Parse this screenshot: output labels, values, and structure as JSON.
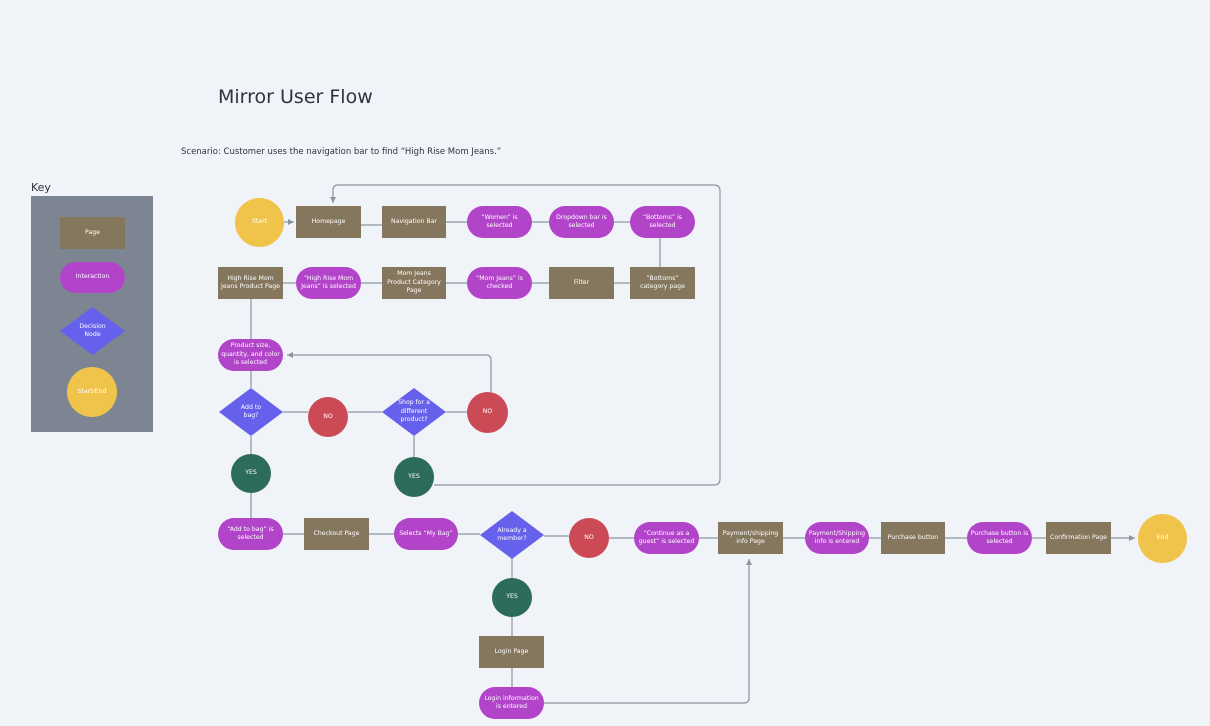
{
  "title": "Mirror User Flow",
  "scenario": "Scenario: Customer uses the navigation bar to find “High Rise Mom Jeans.”",
  "key": {
    "label": "Key",
    "page": "Page",
    "interaction": "Interaction",
    "decision": "Decision Node",
    "startend": "Start/End"
  },
  "nodes": {
    "start": "Start",
    "homepage": "Homepage",
    "navbar": "Navigation Bar",
    "women": "“Women” is selected",
    "dropdown": "Dropdown bar is selected",
    "bottoms": "“Bottoms” is selected",
    "bottoms_cat": "“Bottoms” category page",
    "filter": "Filter",
    "mom_checked": "“Mom Jeans” is checked",
    "mom_cat": "Mom Jeans Product Category Page",
    "hr_selected": "“High Rise Mom Jeans” is selected",
    "hr_page": "High Rise Mom Jeans Product Page",
    "size_selected": "Product size, quantity, and color is selected",
    "add_to_bag_q": "Add to bag?",
    "no1": "NO",
    "shop_diff": "Shop for a different product?",
    "no2": "NO",
    "yes1": "YES",
    "yes2": "YES",
    "add_selected": "“Add to bag” is selected",
    "checkout": "Checkout Page",
    "selects_bag": "Selects “My Bag”",
    "member": "Already a member?",
    "no3": "NO",
    "guest": "“Continue as a guest” is selected",
    "payment_page": "Payment/shipping info Page",
    "payment_entered": "Payment/Shipping info is entered",
    "purchase_btn": "Purchase button",
    "purchase_selected": "Purchase button is selected",
    "confirmation": "Confirmation Page",
    "end": "End",
    "yes3": "YES",
    "login_page": "Login Page",
    "login_entered": "Login information is entered"
  },
  "colors": {
    "background": "#f0f3f7",
    "page": "#85775e",
    "interaction": "#b244c9",
    "decision": "#6561ec",
    "start_end": "#f0c44a",
    "no": "#cc4a55",
    "yes": "#2d6b5a",
    "key_panel": "#7c8591",
    "connector": "#8c96a3"
  }
}
